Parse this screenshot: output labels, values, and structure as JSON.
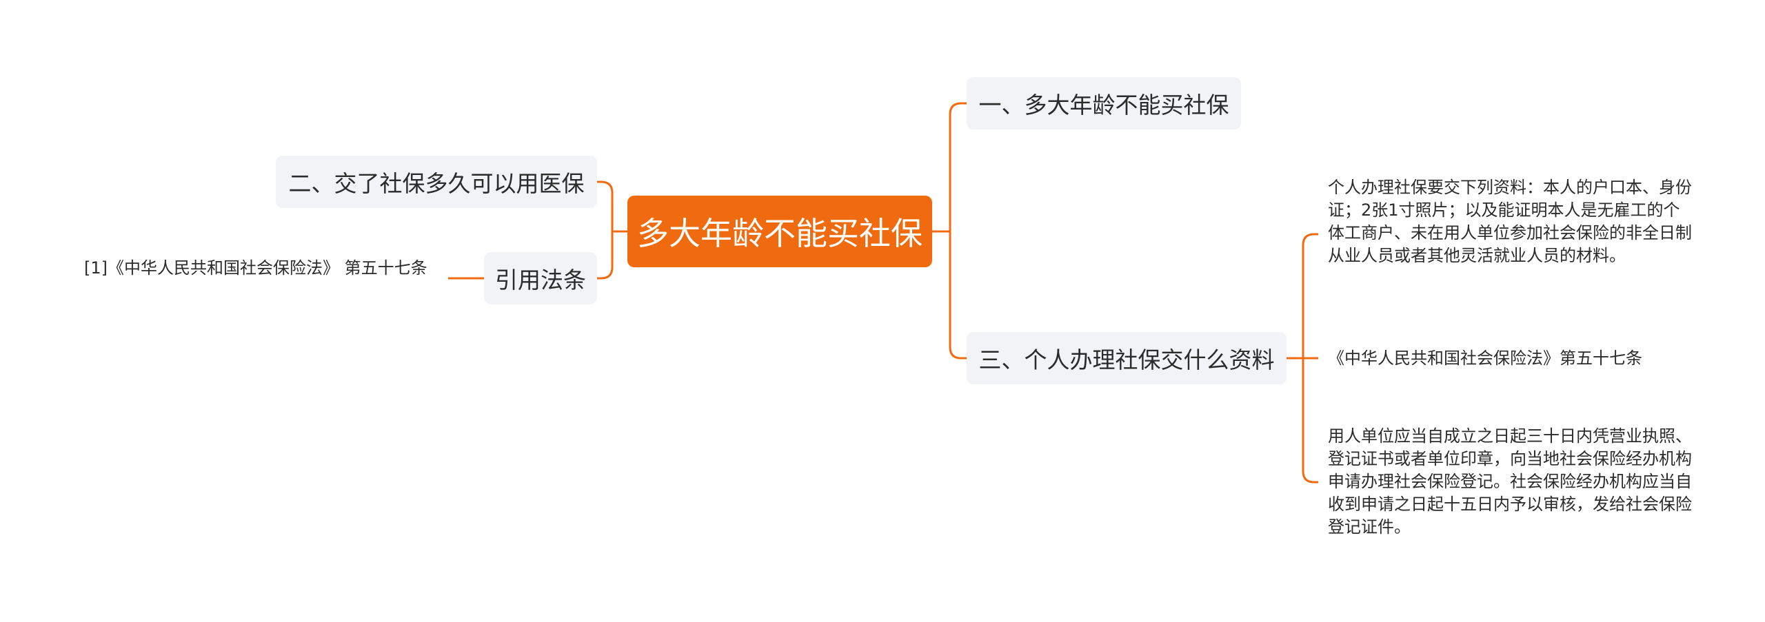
{
  "diagram": {
    "root": {
      "label": "多大年龄不能买社保"
    },
    "branches": [
      {
        "id": "b1",
        "label": "一、多大年龄不能买社保"
      },
      {
        "id": "b2",
        "label": "二、交了社保多久可以用医保"
      },
      {
        "id": "b3",
        "label": "三、个人办理社保交什么资料"
      },
      {
        "id": "b4",
        "label": "引用法条"
      }
    ],
    "leaves": [
      {
        "id": "l1",
        "parent": "b3",
        "text": "个人办理社保要交下列资料：本人的户口本、身份证；2张1寸照片；以及能证明本人是无雇工的个体工商户、未在用人单位参加社会保险的非全日制从业人员或者其他灵活就业人员的材料。"
      },
      {
        "id": "l2",
        "parent": "b3",
        "text": "《中华人民共和国社会保险法》第五十七条"
      },
      {
        "id": "l3",
        "parent": "b3",
        "text": "用人单位应当自成立之日起三十日内凭营业执照、登记证书或者单位印章，向当地社会保险经办机构申请办理社会保险登记。社会保险经办机构应当自收到申请之日起十五日内予以审核，发给社会保险登记证件。"
      },
      {
        "id": "l4",
        "parent": "b4",
        "text": "[1]《中华人民共和国社会保险法》 第五十七条"
      }
    ],
    "colors": {
      "accent": "#f06b0f",
      "branch_bg": "#f1f3f6",
      "line": "#f06b0f",
      "text": "#2b2b2b"
    }
  }
}
